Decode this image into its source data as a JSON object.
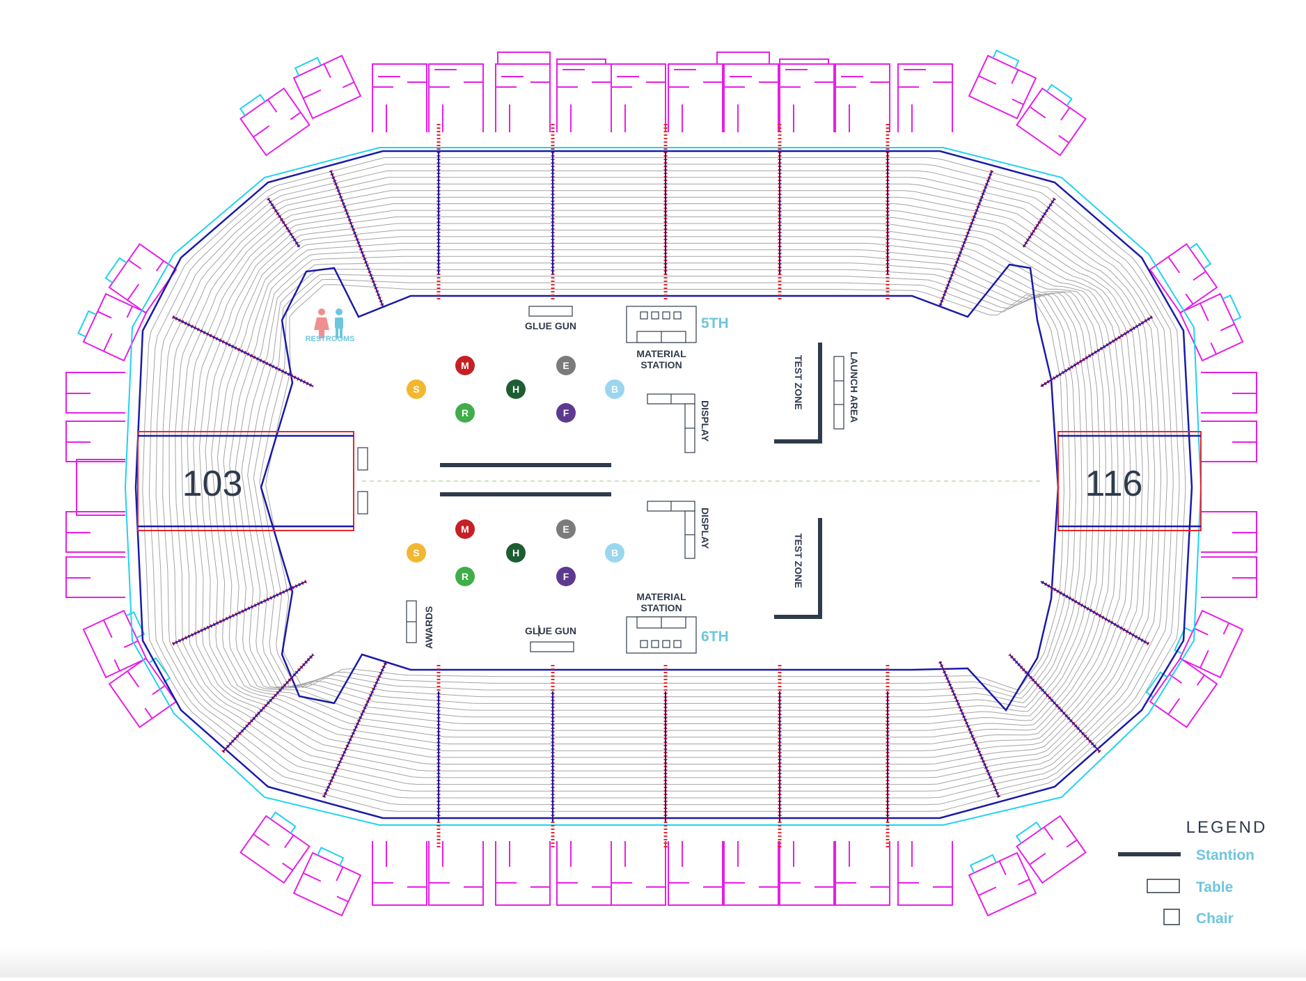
{
  "sections": {
    "left": "103",
    "right": "116"
  },
  "floor": {
    "restrooms": "RESTROOMS",
    "glue_gun_top": "GLUE GUN",
    "glue_gun_bottom": "GLUE GUN",
    "material_station_top": [
      "MATERIAL",
      "STATION"
    ],
    "material_station_bottom": [
      "MATERIAL",
      "STATION"
    ],
    "grade_top": "5TH",
    "grade_bottom": "6TH",
    "display_top": "DISPLAY",
    "display_bottom": "DISPLAY",
    "test_zone_top": "TEST ZONE",
    "test_zone_bottom": "TEST ZONE",
    "launch_area": "LAUNCH AREA",
    "awards": "AWARDS"
  },
  "stations": {
    "top": [
      {
        "letter": "M",
        "color": "#c62026"
      },
      {
        "letter": "E",
        "color": "#7b7b7b"
      },
      {
        "letter": "S",
        "color": "#f2b730"
      },
      {
        "letter": "H",
        "color": "#1e5d32"
      },
      {
        "letter": "B",
        "color": "#9ad6ef"
      },
      {
        "letter": "R",
        "color": "#3fae49"
      },
      {
        "letter": "F",
        "color": "#5d3a8f"
      }
    ],
    "bottom": [
      {
        "letter": "M",
        "color": "#c62026"
      },
      {
        "letter": "E",
        "color": "#7b7b7b"
      },
      {
        "letter": "S",
        "color": "#f2b730"
      },
      {
        "letter": "H",
        "color": "#1e5d32"
      },
      {
        "letter": "B",
        "color": "#9ad6ef"
      },
      {
        "letter": "R",
        "color": "#3fae49"
      },
      {
        "letter": "F",
        "color": "#5d3a8f"
      }
    ]
  },
  "legend": {
    "title": "LEGEND",
    "items": [
      {
        "label": "Stantion",
        "symbol": "line"
      },
      {
        "label": "Table",
        "symbol": "rect"
      },
      {
        "label": "Chair",
        "symbol": "square"
      }
    ]
  },
  "colors": {
    "outer_rooms": "#e61fe6",
    "concourse": "#1fd2ee",
    "aisle_red": "#e8252b",
    "bowl_blue": "#1a1aa8",
    "seat_rows": "#9a9a9a",
    "stantion": "#2f3b4c",
    "accent_text": "#6ec6dc",
    "dark_text": "#2f3b4c"
  }
}
